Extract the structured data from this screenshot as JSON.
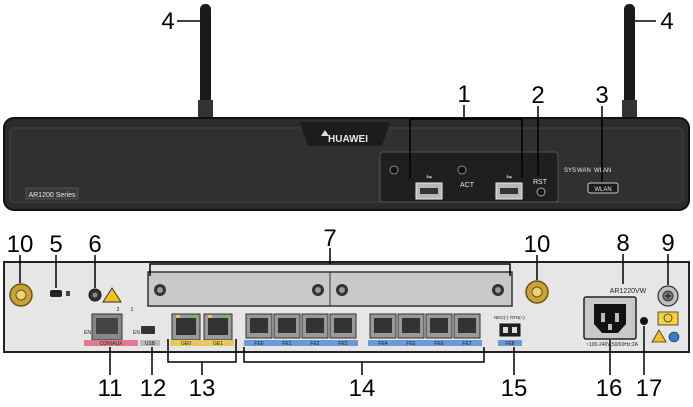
{
  "front_panel": {
    "brand": "HUAWEI",
    "series_label": "AR1200 Series",
    "act_label": "ACT",
    "rst_label": "RST",
    "led_labels": [
      "SYS",
      "WAN",
      "WLAN"
    ],
    "wlan_button_label": "WLAN"
  },
  "rear_panel": {
    "model_label": "AR1220VW",
    "port_labels": {
      "console": "CON/AUX",
      "usb": "USB",
      "ge": [
        "GE0",
        "GE1"
      ],
      "fe": [
        "FE0",
        "FE1",
        "FE2",
        "FE3",
        "FE4",
        "FE5",
        "FE6",
        "FE7"
      ],
      "fe8": "FE8",
      "slot_numbers": [
        "2",
        "1"
      ],
      "en_labels": [
        "EN",
        "EN"
      ],
      "switch_labels": [
        "NEG(-)",
        "RTN(+)"
      ]
    },
    "power_label": "~100-240V;50/60Hz;2A"
  },
  "callouts": {
    "n1": "1",
    "n2": "2",
    "n3": "3",
    "n4_left": "4",
    "n4_right": "4",
    "n5": "5",
    "n6": "6",
    "n7": "7",
    "n8": "8",
    "n9": "9",
    "n10_left": "10",
    "n10_right": "10",
    "n11": "11",
    "n12": "12",
    "n13": "13",
    "n14": "14",
    "n15": "15",
    "n16": "16",
    "n17": "17"
  },
  "colors": {
    "chassis": "#2b2b2b",
    "port_band_pink": "#e07a90",
    "port_band_yellow": "#e8c85a",
    "port_band_blue": "#6a9ad8"
  }
}
